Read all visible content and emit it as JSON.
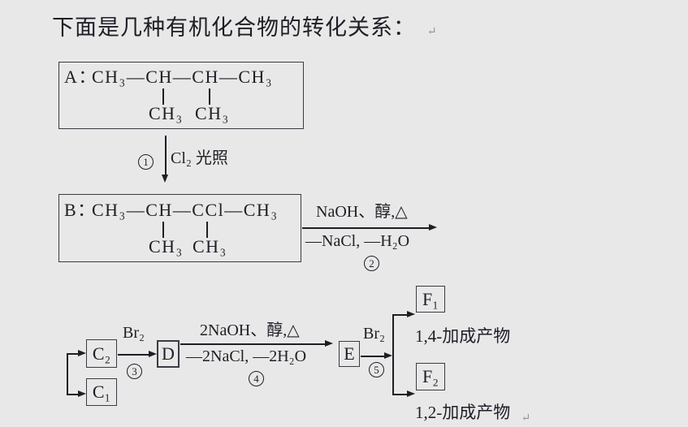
{
  "title": {
    "text": "下面是几种有机化合物的转化关系：",
    "return_mark": "↵"
  },
  "compounds": {
    "A": {
      "label": "A：",
      "chain": "CH₃—CH—CH—CH₃",
      "branch_left": "CH₃",
      "branch_right": "CH₃"
    },
    "B": {
      "label": "B：",
      "chain": "CH₃—CH—CCl—CH₃",
      "branch_left": "CH₃",
      "branch_right": "CH₃"
    },
    "C2": {
      "label": "C₂"
    },
    "C1": {
      "label": "C₁"
    },
    "D": {
      "label": "D"
    },
    "E": {
      "label": "E"
    },
    "F1": {
      "label": "F₁"
    },
    "F2": {
      "label": "F₂"
    }
  },
  "reactions": {
    "step1": {
      "number": "1",
      "reagent": "Cl₂ 光照"
    },
    "step2": {
      "number": "2",
      "conditions": "NaOH、醇,△",
      "byproducts": "—NaCl, —H₂O"
    },
    "step3": {
      "number": "3",
      "reagent": "Br₂"
    },
    "step4": {
      "number": "4",
      "conditions": "2NaOH、醇,△",
      "byproducts": "—2NaCl, —2H₂O"
    },
    "step5": {
      "number": "5",
      "reagent": "Br₂"
    }
  },
  "products": {
    "f1_note": "1,4-加成产物",
    "f2_note": "1,2-加成产物",
    "return_mark": "↵"
  },
  "colors": {
    "background": "#e8e8e8",
    "ink": "#1e1e26",
    "box_border": "#3b3b44",
    "return_mark": "#8d93ac"
  }
}
